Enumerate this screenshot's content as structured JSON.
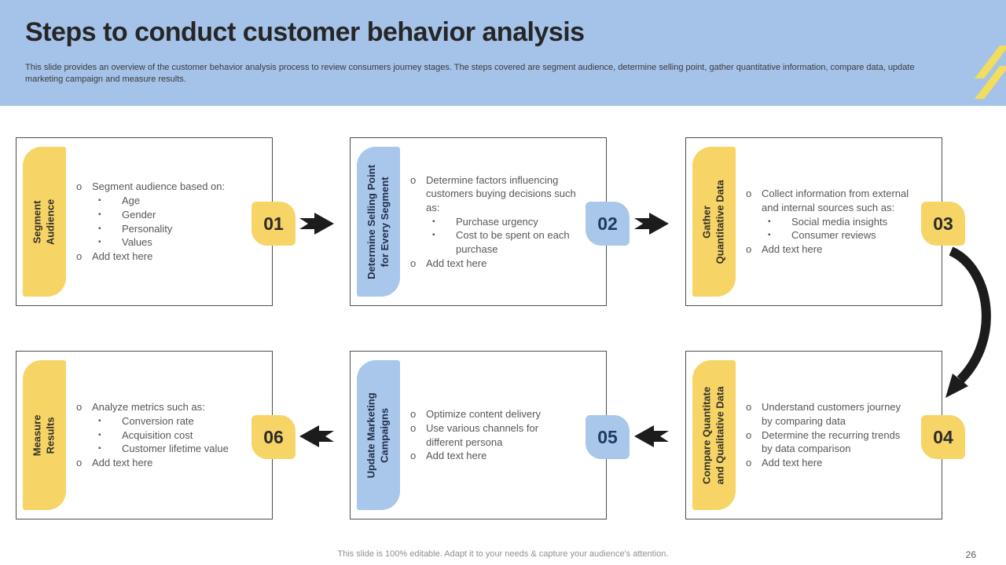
{
  "slide": {
    "title": "Steps to conduct customer behavior analysis",
    "subtitle": "This slide provides an overview of the customer behavior analysis process to review consumers journey stages. The steps covered are segment audience, determine selling point, gather quantitative information, compare data, update marketing campaign and measure results.",
    "footer": "This slide is 100% editable. Adapt it to your needs & capture your audience's attention.",
    "page_number": "26"
  },
  "colors": {
    "header_bg": "#a5c3e9",
    "yellow": "#f6d466",
    "blue": "#a9c7ea",
    "stripe_yellow": "#f2dd5c",
    "arrow": "#1c1c1c",
    "box_border": "#4d4d4d"
  },
  "bullet_markers": {
    "1": "o",
    "2": "▪"
  },
  "steps": [
    {
      "number": "01",
      "theme": "yellow",
      "tab_lines": [
        "Segment",
        "Audience"
      ],
      "bullets": [
        {
          "level": 1,
          "text": "Segment audience based on:"
        },
        {
          "level": 2,
          "text": "Age"
        },
        {
          "level": 2,
          "text": "Gender"
        },
        {
          "level": 2,
          "text": "Personality"
        },
        {
          "level": 2,
          "text": "Values"
        },
        {
          "level": 1,
          "text": "Add text here"
        }
      ]
    },
    {
      "number": "02",
      "theme": "blue",
      "tab_lines": [
        "Determine Selling Point",
        "for Every Segment"
      ],
      "bullets": [
        {
          "level": 1,
          "text": "Determine factors influencing customers buying decisions such as:"
        },
        {
          "level": 2,
          "text": "Purchase urgency"
        },
        {
          "level": 2,
          "text": "Cost to be spent on each purchase"
        },
        {
          "level": 1,
          "text": "Add text here"
        }
      ]
    },
    {
      "number": "03",
      "theme": "yellow",
      "tab_lines": [
        "Gather",
        "Quantitative Data"
      ],
      "bullets": [
        {
          "level": 1,
          "text": "Collect information from external and internal sources such as:"
        },
        {
          "level": 2,
          "text": "Social media insights"
        },
        {
          "level": 2,
          "text": "Consumer reviews"
        },
        {
          "level": 1,
          "text": "Add text here"
        }
      ]
    },
    {
      "number": "04",
      "theme": "yellow",
      "tab_lines": [
        "Compare Quantitate",
        "and Qualitative Data"
      ],
      "bullets": [
        {
          "level": 1,
          "text": "Understand customers journey by comparing data"
        },
        {
          "level": 1,
          "text": "Determine the recurring trends by data comparison"
        },
        {
          "level": 1,
          "text": "Add text here"
        }
      ]
    },
    {
      "number": "05",
      "theme": "blue",
      "tab_lines": [
        "Update Marketing",
        "Campaigns"
      ],
      "bullets": [
        {
          "level": 1,
          "text": "Optimize content delivery"
        },
        {
          "level": 1,
          "text": "Use various channels for different persona"
        },
        {
          "level": 1,
          "text": "Add text here"
        }
      ]
    },
    {
      "number": "06",
      "theme": "yellow",
      "tab_lines": [
        "Measure",
        "Results"
      ],
      "bullets": [
        {
          "level": 1,
          "text": "Analyze metrics such as:"
        },
        {
          "level": 2,
          "text": "Conversion rate"
        },
        {
          "level": 2,
          "text": "Acquisition cost"
        },
        {
          "level": 2,
          "text": "Customer lifetime value"
        },
        {
          "level": 1,
          "text": "Add text here"
        }
      ]
    }
  ]
}
